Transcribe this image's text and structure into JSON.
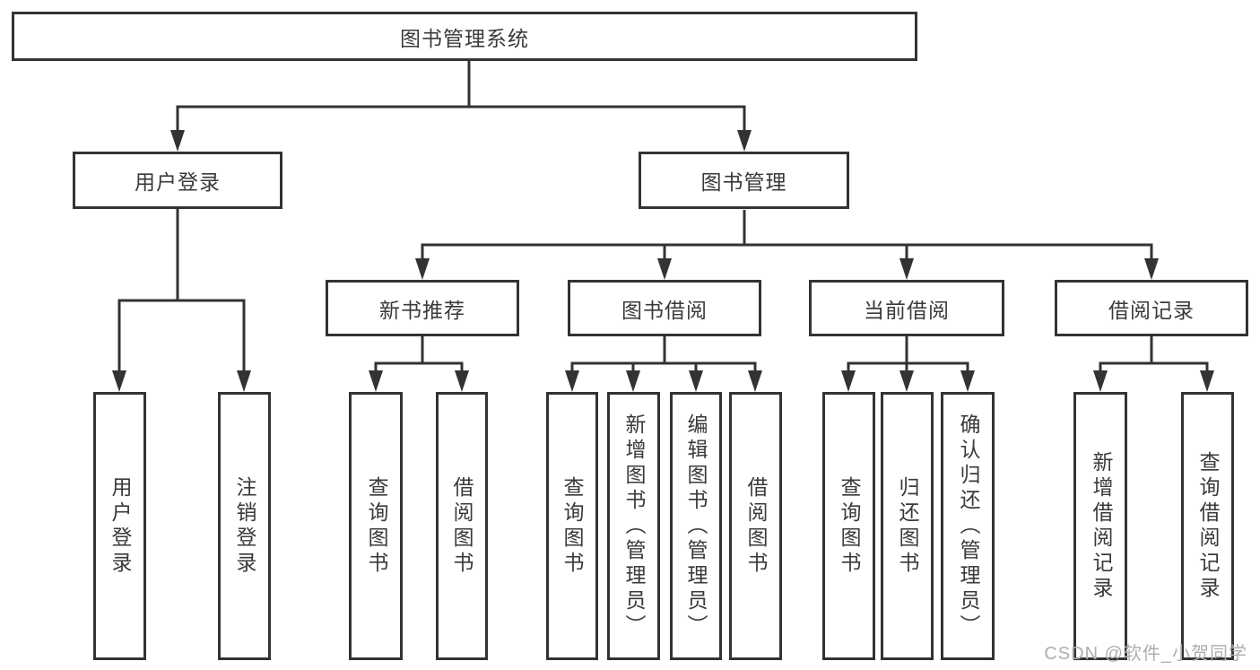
{
  "diagram_type": "hierarchy-tree",
  "tree": {
    "label": "图书管理系统",
    "children": [
      {
        "label": "用户登录",
        "children": [
          {
            "label": "用户登录"
          },
          {
            "label": "注销登录"
          }
        ]
      },
      {
        "label": "图书管理",
        "children": [
          {
            "label": "新书推荐",
            "children": [
              {
                "label": "查询图书"
              },
              {
                "label": "借阅图书"
              }
            ]
          },
          {
            "label": "图书借阅",
            "children": [
              {
                "label": "查询图书"
              },
              {
                "label": "新增图书（管理员）"
              },
              {
                "label": "编辑图书（管理员）"
              },
              {
                "label": "借阅图书"
              }
            ]
          },
          {
            "label": "当前借阅",
            "children": [
              {
                "label": "查询图书"
              },
              {
                "label": "归还图书"
              },
              {
                "label": "确认归还（管理员）"
              }
            ]
          },
          {
            "label": "借阅记录",
            "children": [
              {
                "label": "新增借阅记录"
              },
              {
                "label": "查询借阅记录"
              }
            ]
          }
        ]
      }
    ]
  },
  "watermark": {
    "text": "CSDN @软件_小贺同学"
  },
  "colors": {
    "line": "#333333",
    "box_border": "#333333",
    "text": "#3a3a3a",
    "watermark": "#aeaeae",
    "background": "#ffffff"
  }
}
